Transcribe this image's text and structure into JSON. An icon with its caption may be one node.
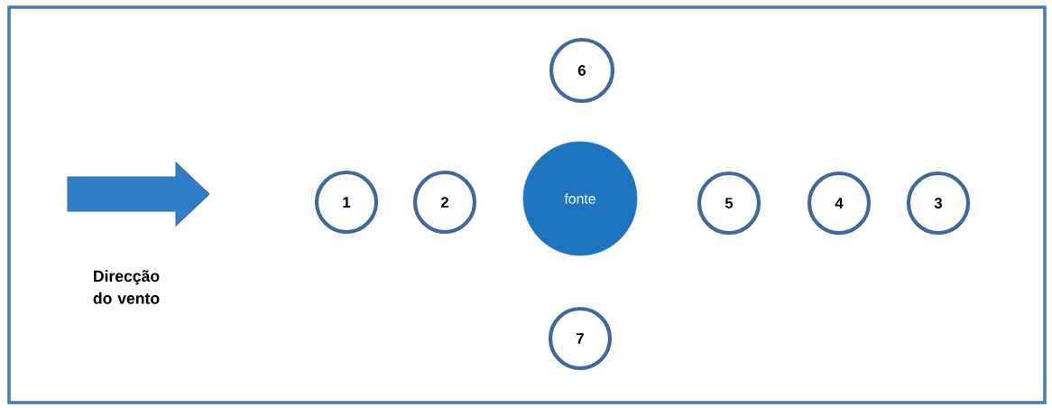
{
  "diagram": {
    "nodes": [
      {
        "text": [
          "6"
        ]
      },
      {
        "text": [
          "1"
        ]
      },
      {
        "text": [
          "2"
        ]
      },
      {
        "text": [
          "fonte"
        ]
      },
      {
        "text": [
          "5"
        ]
      },
      {
        "text": [
          "4"
        ]
      },
      {
        "text": [
          "3"
        ]
      },
      {
        "text": [
          "7"
        ]
      }
    ],
    "labels": [
      "Direcção do vento"
    ]
  }
}
